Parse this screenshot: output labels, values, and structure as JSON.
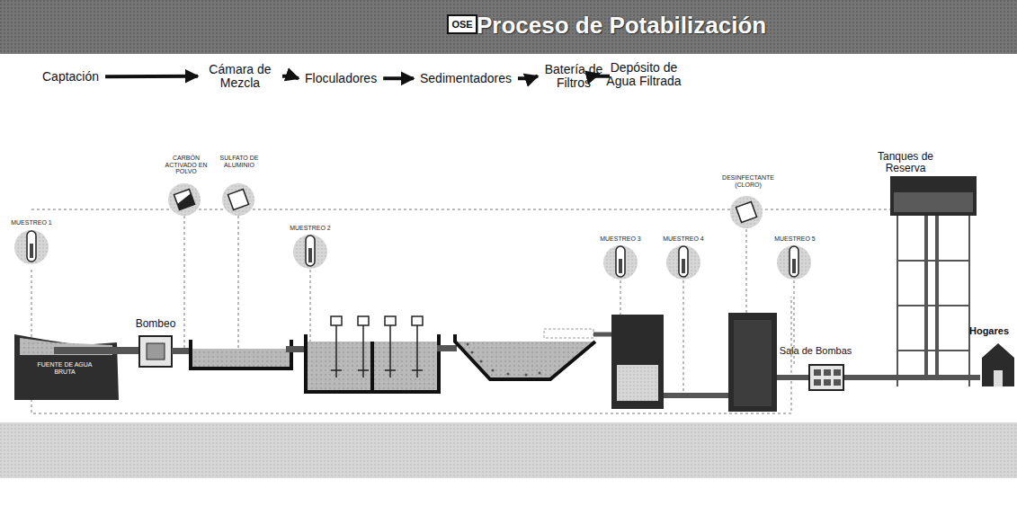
{
  "diagram": {
    "title": "Proceso de Potabilización",
    "nodes": [
      {
        "text": [
          "Captación"
        ]
      },
      {
        "text": [
          "Cámara de Mezcla"
        ]
      },
      {
        "text": [
          "Floculadores"
        ]
      },
      {
        "text": [
          "Sedimentadores"
        ]
      },
      {
        "text": [
          "Batería de Filtros"
        ]
      },
      {
        "text": [
          "Depósito de Agua Filtrada"
        ]
      }
    ],
    "edges": [
      {
        "from": 0,
        "to": 1,
        "arrow": "to"
      },
      {
        "from": 1,
        "to": 2,
        "arrow": "to"
      },
      {
        "from": 2,
        "to": 3,
        "arrow": "to"
      },
      {
        "from": 3,
        "to": 4,
        "arrow": "to"
      },
      {
        "from": 4,
        "to": 5,
        "arrow": "to"
      }
    ],
    "labels": [
      "OSE",
      "CARBÓN ACTIVADO EN POLVO",
      "SULFATO DE ALUMINIO",
      "MUESTREO 1",
      "MUESTREO 2",
      "MUESTREO 3",
      "MUESTREO 4",
      "DESINFECTANTE (CLORO)",
      "MUESTREO 5",
      "Tanques de Reserva",
      "Bombeo",
      "FUENTE DE AGUA BRUTA",
      "Sala de Bombas",
      "Hogares"
    ]
  }
}
